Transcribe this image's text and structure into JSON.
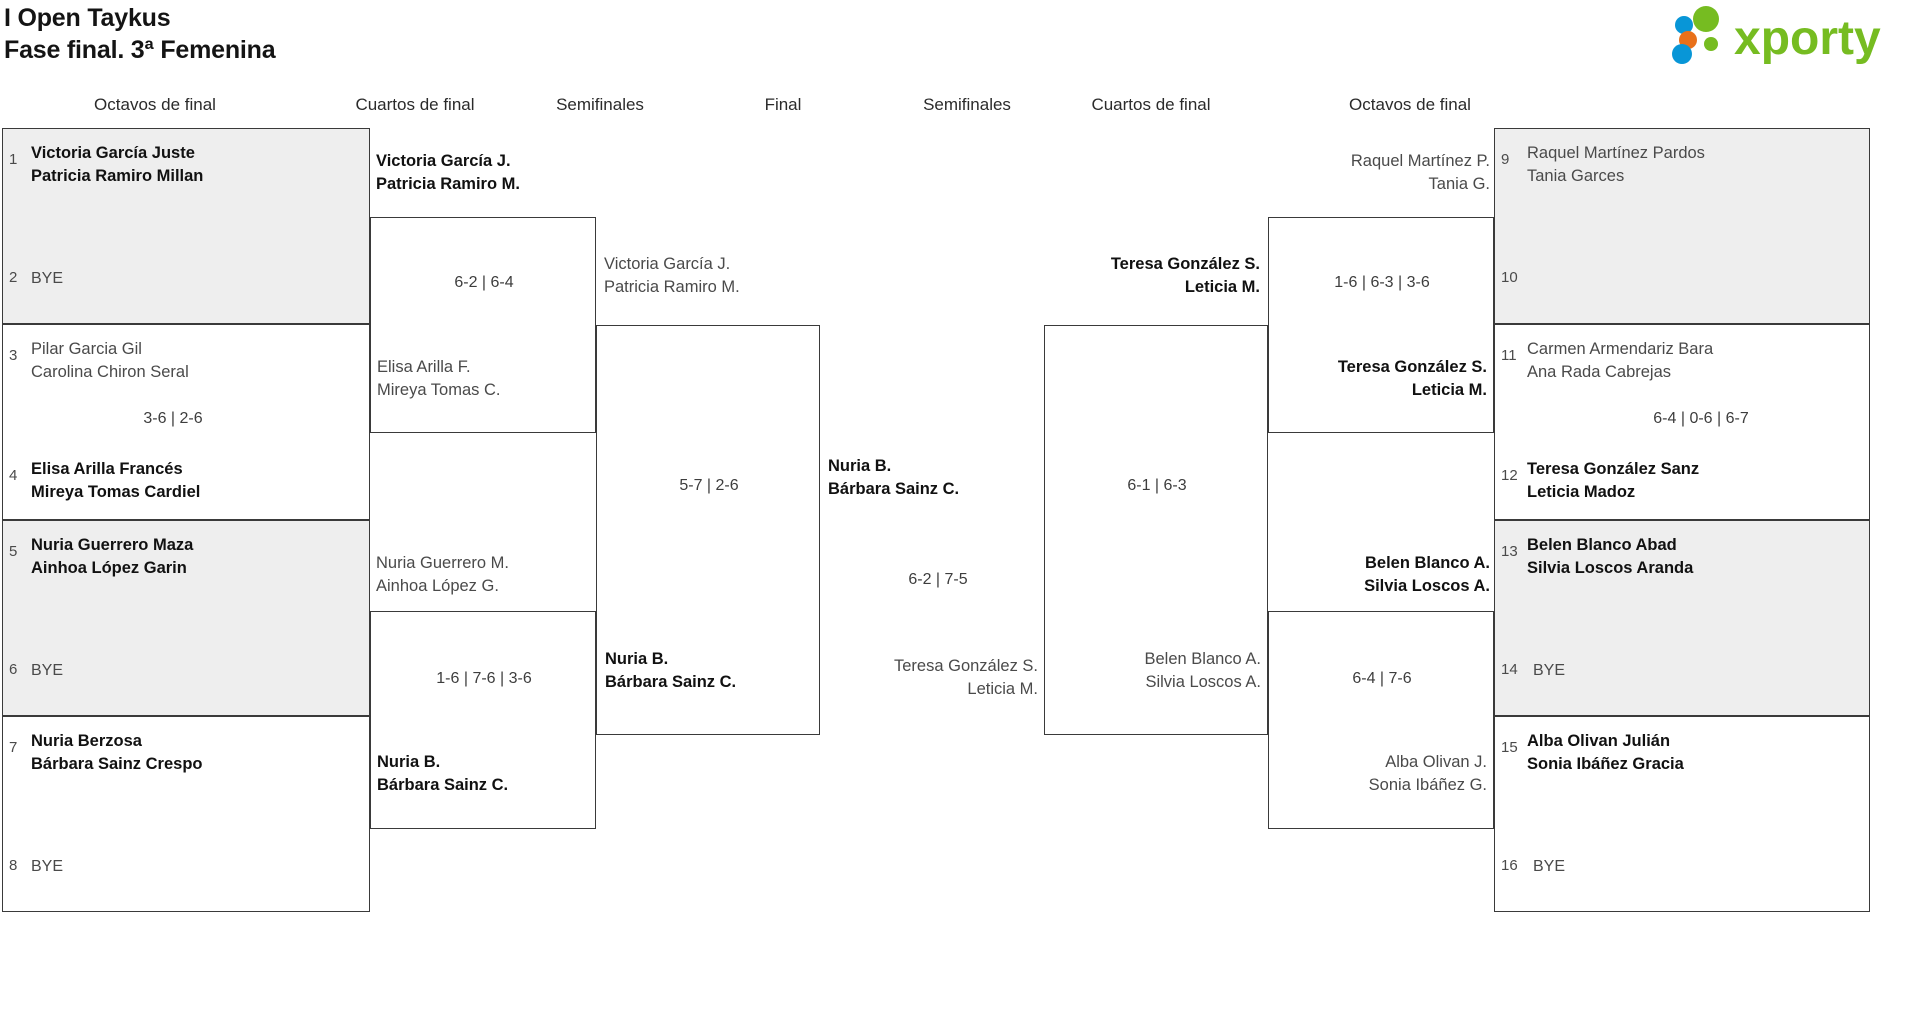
{
  "header": {
    "title_line1": "I Open Taykus",
    "title_line2": "Fase final. 3ª Femenina",
    "logo_text": "xporty",
    "logo_colors": {
      "green": "#76bc21",
      "blue": "#0896d7",
      "orange": "#e8701a"
    }
  },
  "round_headers": {
    "r1_left": "Octavos de final",
    "r2_left": "Cuartos de final",
    "r3_left": "Semifinales",
    "final": "Final",
    "r3_right": "Semifinales",
    "r2_right": "Cuartos de final",
    "r1_right": "Octavos de final"
  },
  "colors": {
    "shade": "#eeeeee",
    "border": "#3a3a3a",
    "winner": "#111111",
    "loser": "#4a4a4a"
  },
  "left": {
    "r16": [
      {
        "seed": "1",
        "p1": "Victoria García Juste",
        "p2": "Patricia Ramiro Millan",
        "winner": true
      },
      {
        "seed": "2",
        "bye": "BYE"
      },
      {
        "seed": "3",
        "p1": "Pilar Garcia Gil",
        "p2": "Carolina Chiron Seral",
        "winner": false
      },
      {
        "seed": "4",
        "p1": "Elisa Arilla Francés",
        "p2": "Mireya Tomas Cardiel",
        "winner": true
      },
      {
        "seed": "5",
        "p1": "Nuria Guerrero Maza",
        "p2": "Ainhoa López Garin",
        "winner": true
      },
      {
        "seed": "6",
        "bye": "BYE"
      },
      {
        "seed": "7",
        "p1": "Nuria Berzosa",
        "p2": "Bárbara Sainz Crespo",
        "winner": true
      },
      {
        "seed": "8",
        "bye": "BYE"
      }
    ],
    "r16_scores": [
      "",
      "3-6 | 2-6",
      "",
      ""
    ],
    "qf": [
      {
        "p1": "Victoria García J.",
        "p2": "Patricia Ramiro M.",
        "winner": true
      },
      {
        "p1": "Elisa Arilla F.",
        "p2": "Mireya Tomas C.",
        "winner": false
      },
      {
        "p1": "Nuria Guerrero M.",
        "p2": "Ainhoa López G.",
        "winner": false
      },
      {
        "p1": "Nuria B.",
        "p2": "Bárbara Sainz C.",
        "winner": true
      }
    ],
    "qf_scores": [
      "6-2 | 6-4",
      "1-6 | 7-6 | 3-6"
    ],
    "sf": [
      {
        "p1": "Victoria García J.",
        "p2": "Patricia Ramiro M.",
        "winner": false
      },
      {
        "p1": "Nuria B.",
        "p2": "Bárbara Sainz C.",
        "winner": true
      }
    ],
    "sf_score": "5-7 | 2-6"
  },
  "final": {
    "top": {
      "p1": "Nuria B.",
      "p2": "Bárbara Sainz C.",
      "winner": true
    },
    "bottom": {
      "p1": "Teresa González S.",
      "p2": "Leticia M.",
      "winner": false
    },
    "score": "6-2 | 7-5"
  },
  "right": {
    "sf": [
      {
        "p1": "Teresa González S.",
        "p2": "Leticia M.",
        "winner": true
      },
      {
        "p1": "Belen Blanco A.",
        "p2": "Silvia Loscos A.",
        "winner": false
      }
    ],
    "sf_score": "6-1 | 6-3",
    "qf": [
      {
        "p1": "Raquel Martínez P.",
        "p2": "Tania G.",
        "winner": false
      },
      {
        "p1": "Teresa González S.",
        "p2": "Leticia M.",
        "winner": true
      },
      {
        "p1": "Belen Blanco A.",
        "p2": "Silvia Loscos A.",
        "winner": true
      },
      {
        "p1": "Alba Olivan J.",
        "p2": "Sonia Ibáñez G.",
        "winner": false
      }
    ],
    "qf_scores": [
      "1-6 | 6-3 | 3-6",
      "6-4 | 7-6"
    ],
    "r16": [
      {
        "seed": "9",
        "p1": "Raquel Martínez Pardos",
        "p2": "Tania Garces",
        "winner": false
      },
      {
        "seed": "10",
        "bye": ""
      },
      {
        "seed": "11",
        "p1": "Carmen Armendariz Bara",
        "p2": "Ana Rada Cabrejas",
        "winner": false
      },
      {
        "seed": "12",
        "p1": "Teresa González Sanz",
        "p2": "Leticia Madoz",
        "winner": true
      },
      {
        "seed": "13",
        "p1": "Belen Blanco Abad",
        "p2": "Silvia Loscos Aranda",
        "winner": true
      },
      {
        "seed": "14",
        "bye": "BYE"
      },
      {
        "seed": "15",
        "p1": "Alba Olivan Julián",
        "p2": "Sonia Ibáñez Gracia",
        "winner": true
      },
      {
        "seed": "16",
        "bye": "BYE"
      }
    ],
    "r16_scores": [
      "",
      "6-4 | 0-6 | 6-7",
      "",
      ""
    ]
  }
}
